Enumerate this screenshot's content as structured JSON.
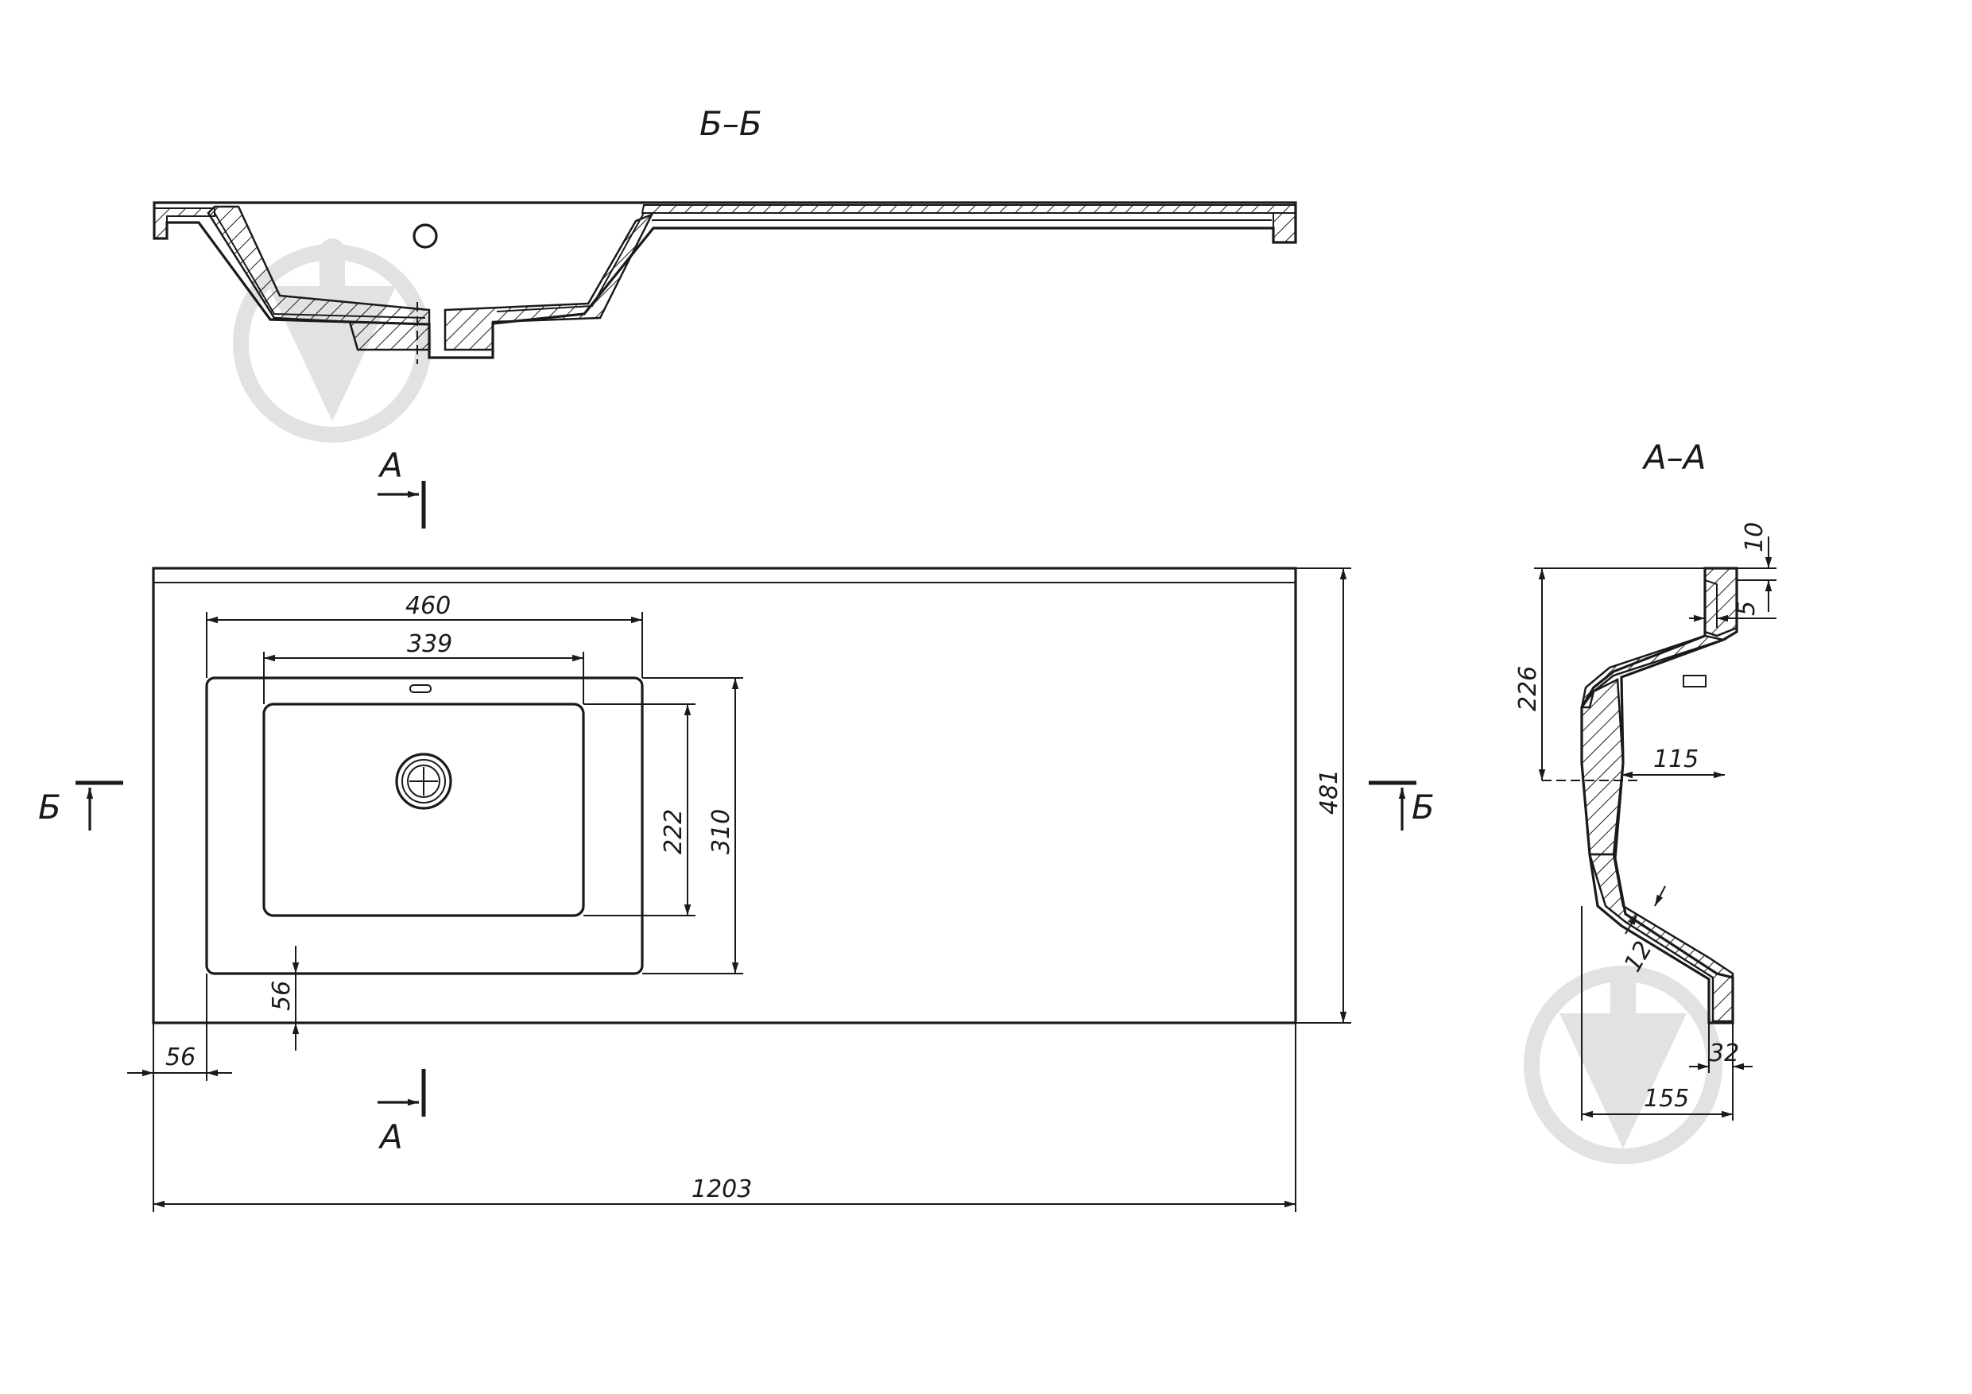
{
  "views": {
    "section_bb": {
      "title": "Б–Б"
    },
    "section_aa": {
      "title": "А–А"
    }
  },
  "cut_marks": {
    "a_top": "А",
    "a_bottom": "А",
    "b_left": "Б",
    "b_right": "Б"
  },
  "plan_dimensions": {
    "overall_width": "1203",
    "overall_depth": "481",
    "bowl_outer_width": "460",
    "bowl_inner_width": "339",
    "bowl_outer_depth": "310",
    "bowl_inner_depth": "222",
    "left_offset": "56",
    "front_offset": "56"
  },
  "section_aa_dimensions": {
    "top_thickness": "10",
    "rim_offset": "5",
    "height": "226",
    "drain_to_back": "115",
    "wall_thickness": "12",
    "bottom_overhang": "32",
    "bottom_depth": "155"
  },
  "colors": {
    "line": "#1a1a1a",
    "watermark": "#e2e2e2",
    "background": "#ffffff"
  }
}
